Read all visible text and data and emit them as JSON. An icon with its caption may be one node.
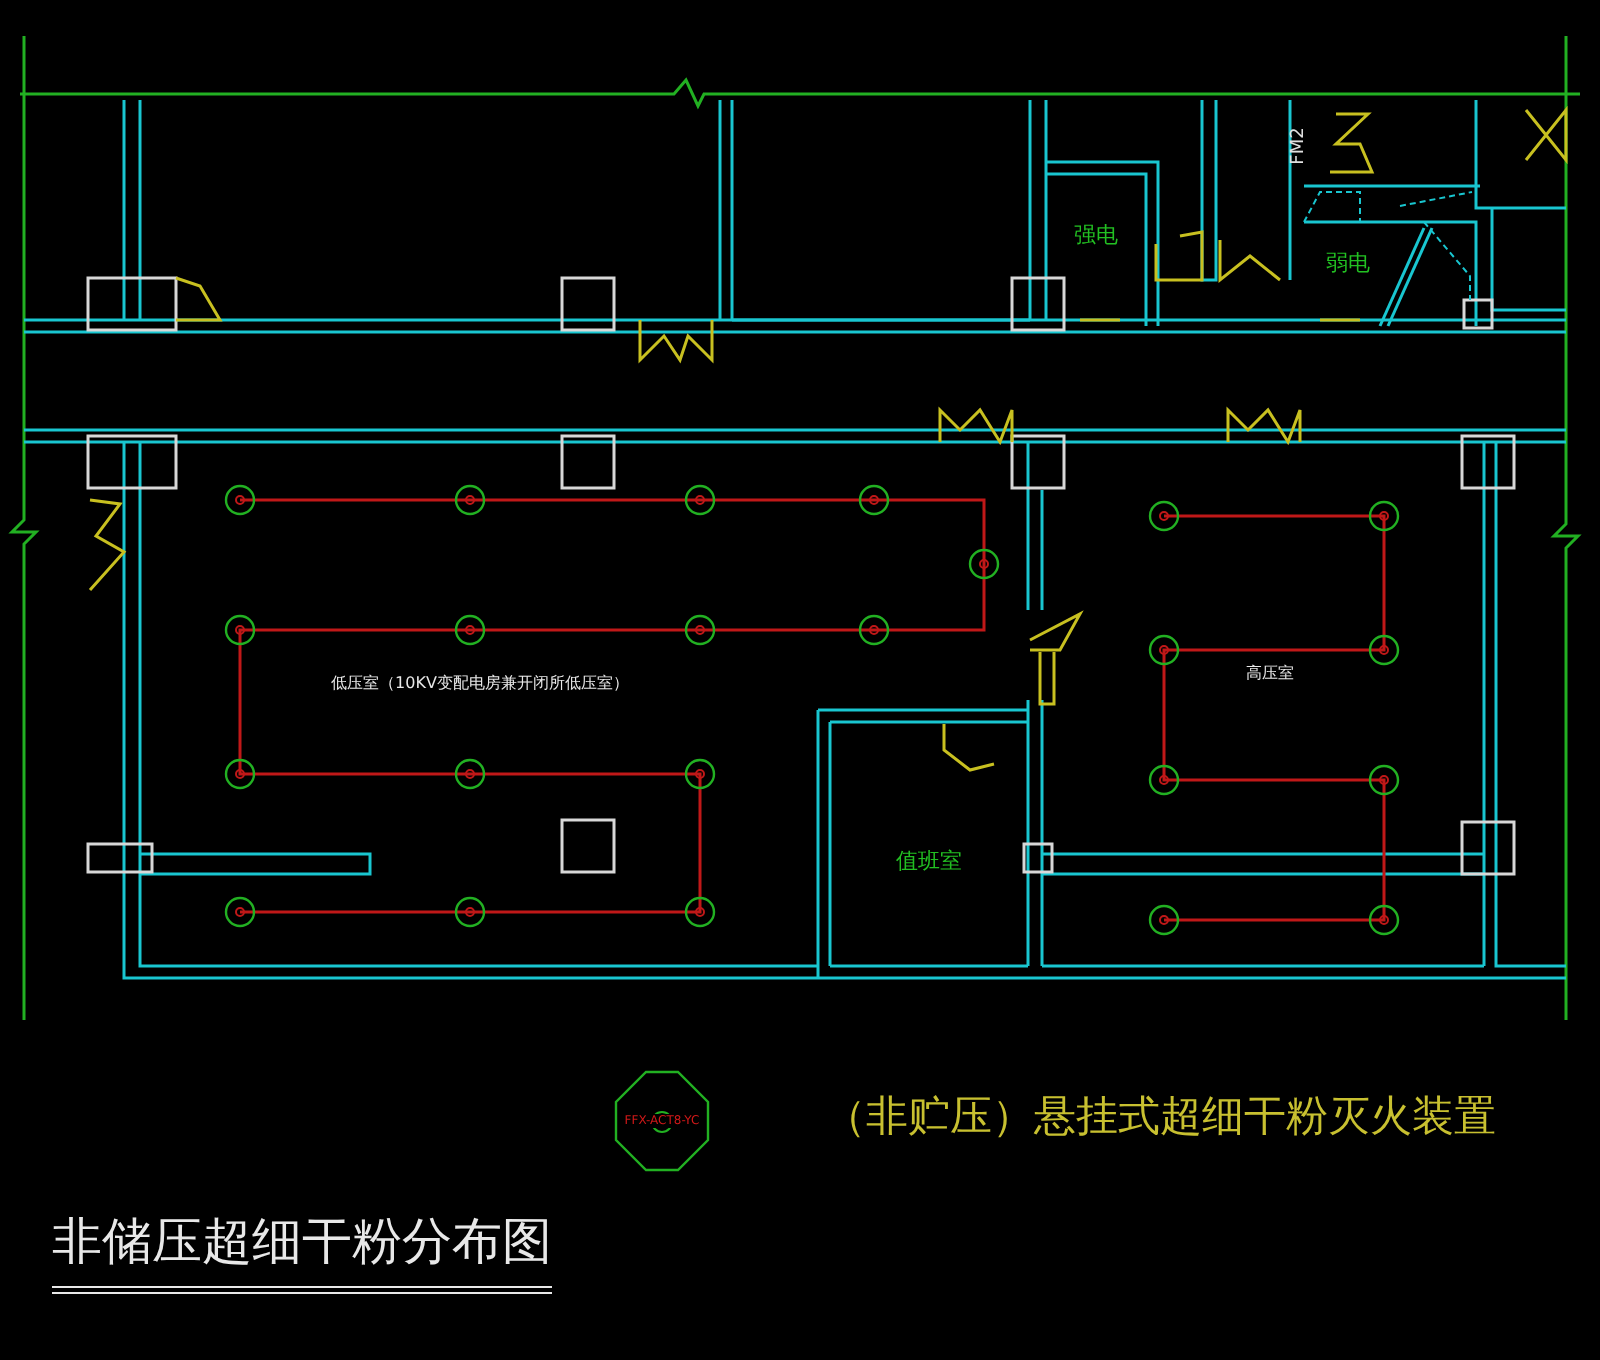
{
  "diagram": {
    "title": "非储压超细干粉分布图",
    "nodes": [
      {
        "text": [
          "强电"
        ]
      },
      {
        "text": [
          "弱电"
        ]
      },
      {
        "text": [
          "低压室（10KV变配电房兼开闭所低压室）"
        ]
      },
      {
        "text": [
          "高压室"
        ]
      },
      {
        "text": [
          "值班室"
        ]
      }
    ],
    "labels": [
      "FM2",
      "FFX-ACT8-YC"
    ],
    "legend": [
      {
        "text": "（非贮压）悬挂式超细干粉灭火装置"
      }
    ]
  }
}
